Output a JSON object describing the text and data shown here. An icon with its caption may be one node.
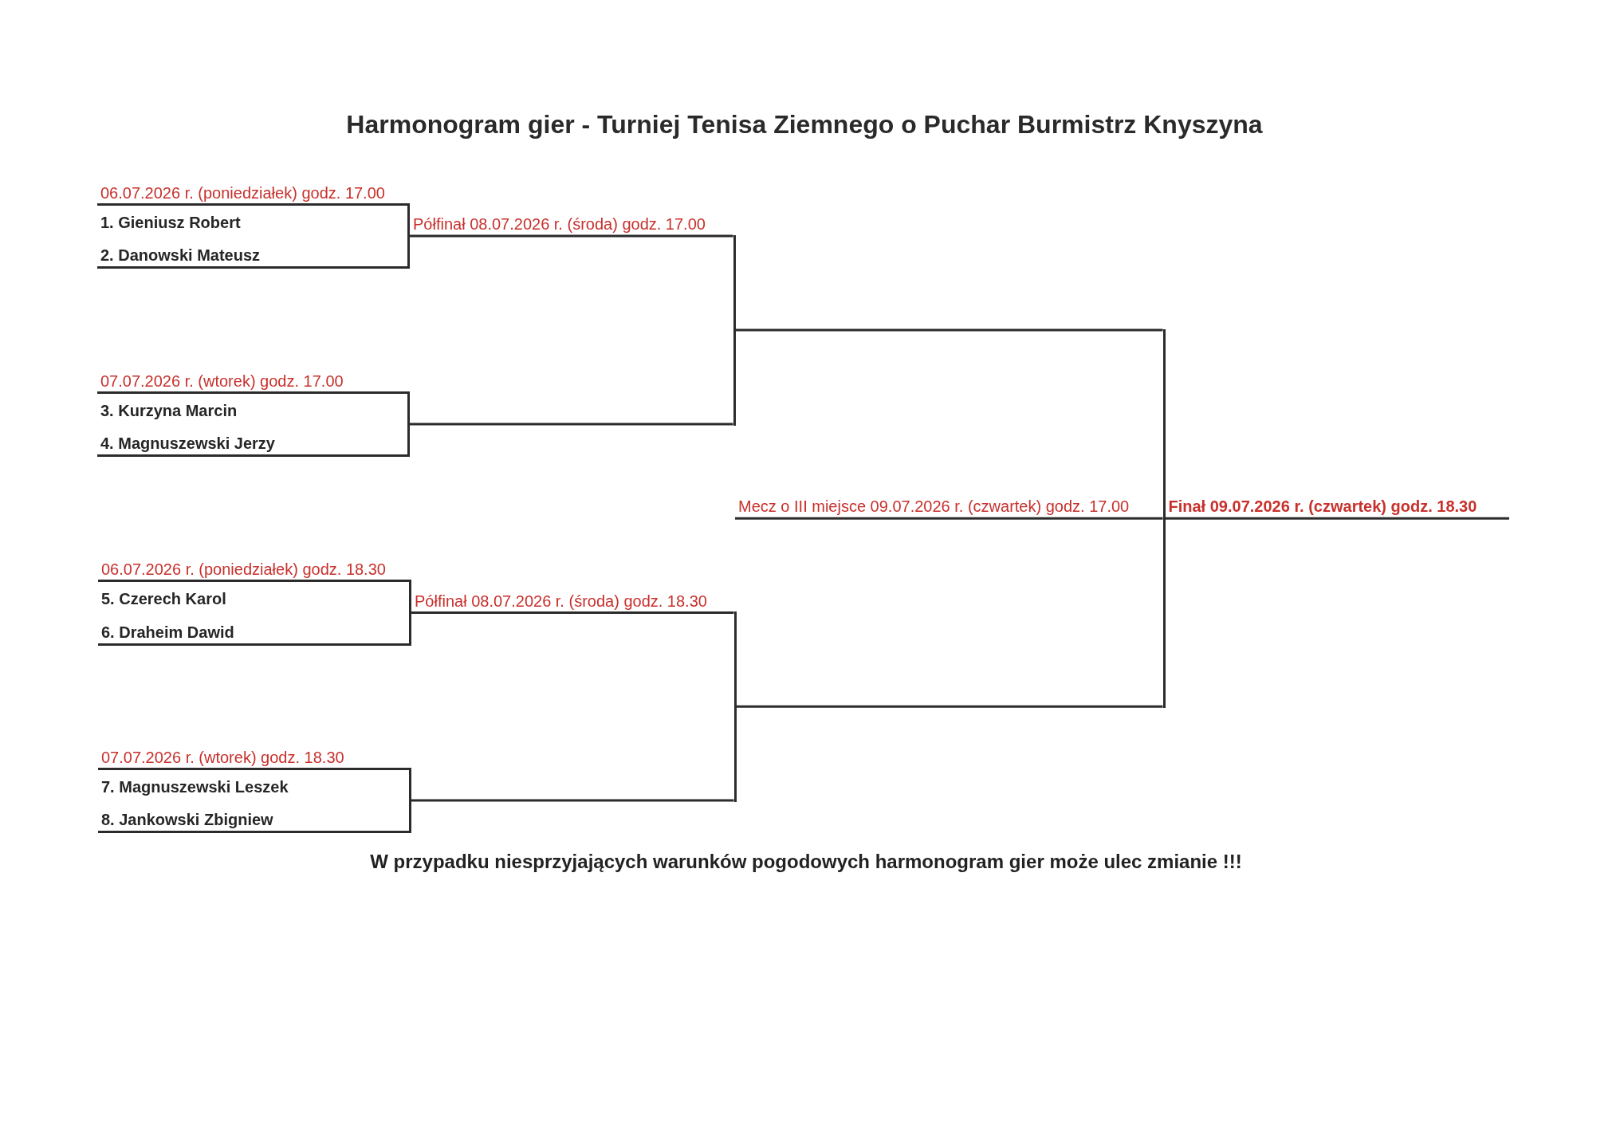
{
  "diagram": {
    "title": "Harmonogram gier - Turniej Tenisa Ziemnego o Puchar Burmistrz Knyszyna",
    "caption": "W przypadku niesprzyjających warunków pogodowych harmonogram gier może ulec zmianie !!!",
    "nodes": [
      {
        "text": [
          "06.07.2026 r. (poniedziałek) godz. 17.00",
          "1. Gieniusz Robert",
          "2. Danowski Mateusz"
        ]
      },
      {
        "text": [
          "07.07.2026 r. (wtorek) godz. 17.00",
          "3. Kurzyna Marcin",
          "4. Magnuszewski Jerzy"
        ]
      },
      {
        "text": [
          "06.07.2026 r. (poniedziałek) godz. 18.30",
          "5. Czerech Karol",
          "6. Draheim Dawid"
        ]
      },
      {
        "text": [
          "07.07.2026 r. (wtorek) godz. 18.30",
          "7. Magnuszewski Leszek",
          "8. Jankowski Zbigniew"
        ]
      },
      {
        "text": [],
        "shape": "bar"
      },
      {
        "text": [],
        "shape": "bar"
      },
      {
        "text": [],
        "shape": "bar"
      }
    ],
    "edges": [
      {
        "from": 0,
        "to": 4,
        "arrow": "none",
        "label": "Półfinał 08.07.2026 r. (środa) godz. 17.00"
      },
      {
        "from": 1,
        "to": 4,
        "arrow": "none"
      },
      {
        "from": 2,
        "to": 5,
        "arrow": "none",
        "label": "Półfinał 08.07.2026 r. (środa) godz. 18.30"
      },
      {
        "from": 3,
        "to": 5,
        "arrow": "none"
      },
      {
        "from": 4,
        "to": 6,
        "arrow": "none"
      },
      {
        "from": 5,
        "to": 6,
        "arrow": "none"
      },
      {
        "from": 6,
        "to": null,
        "arrow": "none",
        "label": "Mecz o III miejsce 09.07.2026 r. (czwartek) godz. 17.00"
      },
      {
        "from": 6,
        "to": null,
        "arrow": "none",
        "label": "Finał 09.07.2026 r. (czwartek) godz. 18.30"
      }
    ]
  }
}
